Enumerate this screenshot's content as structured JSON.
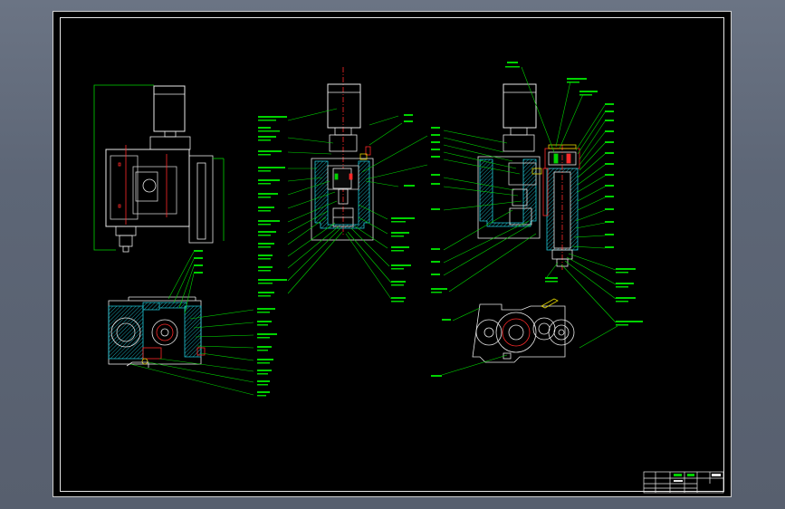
{
  "drawing": {
    "background": "#000000",
    "frame_color": "#e6e6e6",
    "outline_color": "#e8e8e8",
    "leader_color": "#00d400",
    "hatch_color": "#1ec8d8",
    "accent_color": "#ff2a2a",
    "yellow_color": "#e0d400"
  },
  "views": [
    {
      "name": "front-elevation-view"
    },
    {
      "name": "section-view-center"
    },
    {
      "name": "section-view-right"
    },
    {
      "name": "plan-section-left"
    },
    {
      "name": "plan-view-right"
    }
  ]
}
